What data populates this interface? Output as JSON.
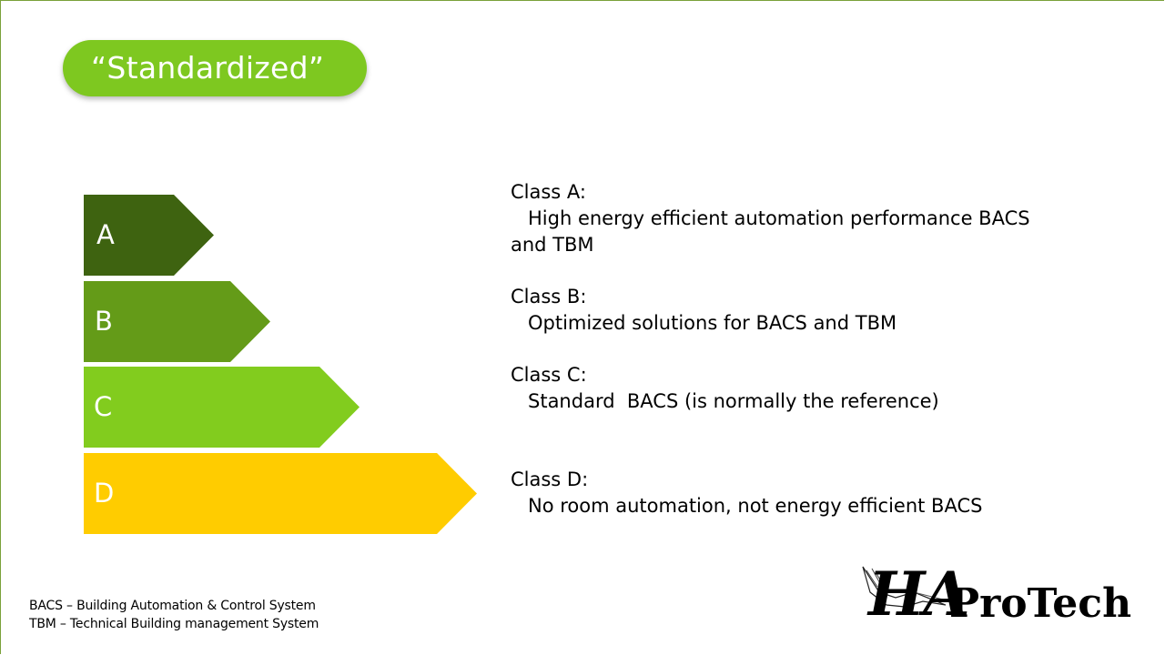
{
  "title": "“Standardized”",
  "colors": {
    "class_a": "#3e6310",
    "class_b": "#649b18",
    "class_c": "#82cc1e",
    "class_d": "#ffcc00",
    "pill": "#7ec820"
  },
  "classes": [
    {
      "letter": "A",
      "heading": "Class A:",
      "description": "High energy efficient automation performance BACS and TBM"
    },
    {
      "letter": "B",
      "heading": "Class B:",
      "description": "Optimized solutions for BACS and TBM"
    },
    {
      "letter": "C",
      "heading": "Class C:",
      "description": "Standard  BACS (is normally the reference)"
    },
    {
      "letter": "D",
      "heading": "Class D:",
      "description": "No room automation, not energy efficient BACS"
    }
  ],
  "footnotes": [
    "BACS – Building Automation & Control System",
    "TBM – Technical Building management System"
  ],
  "logo": {
    "monogram": "HA",
    "name": "ProTech"
  }
}
